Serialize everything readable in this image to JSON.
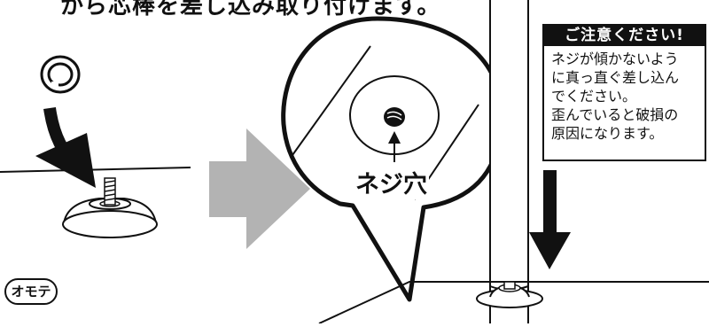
{
  "instruction_text": "から芯棒を差し込み取り付けます。",
  "callout_label": "ネジ穴",
  "omote_label": "オモテ",
  "caution": {
    "title": "ご注意ください!",
    "lines": [
      "ネジが傾かないよう",
      "に真っ直ぐ差し込ん",
      "でください。",
      "歪んでいると破損の",
      "原因になります。"
    ]
  }
}
